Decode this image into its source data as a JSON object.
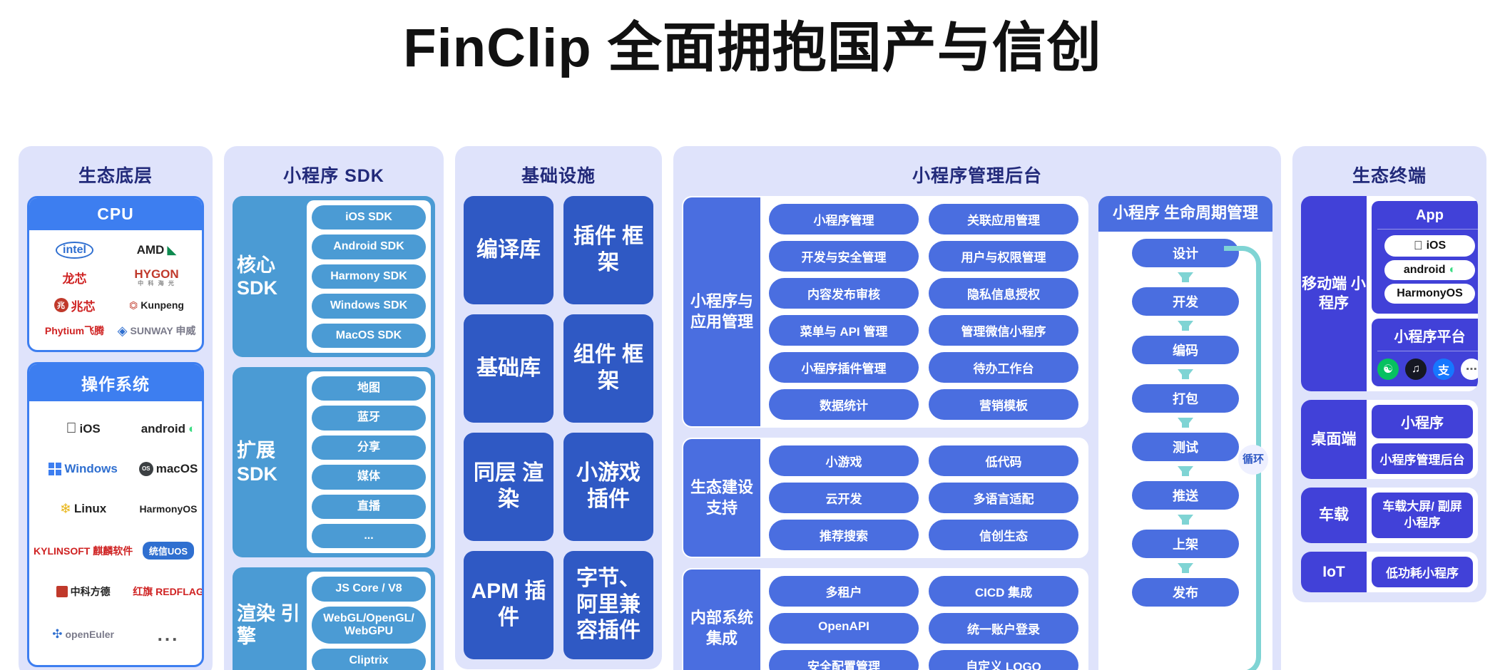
{
  "title": "FinClip 全面拥抱国产与信创",
  "columns": {
    "ecosystem_base": {
      "title": "生态底层",
      "cpu": {
        "heading": "CPU",
        "logos": [
          "intel",
          "AMD",
          "龙芯",
          "HYGON",
          "兆芯",
          "Kunpeng",
          "Phytium飞腾",
          "SUNWAY 申威"
        ]
      },
      "os": {
        "heading": "操作系统",
        "logos": [
          "iOS",
          "android",
          "Windows",
          "macOS",
          "Linux",
          "HarmonyOS",
          "KYLINSOFT 麒麟软件",
          "统信UOS",
          "中科方德",
          "红旗 REDFLAG",
          "openEuler",
          "..."
        ]
      }
    },
    "sdk": {
      "title": "小程序 SDK",
      "groups": [
        {
          "label": "核心 SDK",
          "items": [
            "iOS SDK",
            "Android SDK",
            "Harmony SDK",
            "Windows SDK",
            "MacOS SDK"
          ]
        },
        {
          "label": "扩展 SDK",
          "items": [
            "地图",
            "蓝牙",
            "分享",
            "媒体",
            "直播",
            "..."
          ]
        },
        {
          "label": "渲染 引擎",
          "items": [
            "JS Core / V8",
            "WebGL/OpenGL/ WebGPU",
            "Cliptrix"
          ]
        }
      ]
    },
    "infrastructure": {
      "title": "基础设施",
      "cells": [
        "编译库",
        "插件 框架",
        "基础库",
        "组件 框架",
        "同层 渲染",
        "小游戏 插件",
        "APM 插件",
        "字节、 阿里兼 容插件"
      ]
    },
    "admin": {
      "title": "小程序管理后台",
      "groups": [
        {
          "label": "小程序与 应用管理",
          "items": [
            "小程序管理",
            "关联应用管理",
            "开发与安全管理",
            "用户与权限管理",
            "内容发布审核",
            "隐私信息授权",
            "菜单与 API 管理",
            "管理微信小程序",
            "小程序插件管理",
            "待办工作台",
            "数据统计",
            "营销模板"
          ]
        },
        {
          "label": "生态建设 支持",
          "items": [
            "小游戏",
            "低代码",
            "云开发",
            "多语言适配",
            "推荐搜索",
            "信创生态"
          ]
        },
        {
          "label": "内部系统 集成",
          "items": [
            "多租户",
            "CICD 集成",
            "OpenAPI",
            "统一账户登录",
            "安全配置管理",
            "自定义 LOGO"
          ]
        }
      ],
      "lifecycle": {
        "title": "小程序 生命周期管理",
        "steps": [
          "设计",
          "开发",
          "编码",
          "打包",
          "测试",
          "推送",
          "上架",
          "发布"
        ],
        "loop_label": "循环"
      }
    },
    "terminal": {
      "title": "生态终端",
      "groups": [
        {
          "label": "移动端 小程序",
          "cards": [
            {
              "heading": "App",
              "pills": [
                "iOS",
                "android",
                "HarmonyOS"
              ],
              "platforms": []
            },
            {
              "heading": "小程序平台",
              "pills": [],
              "platforms": [
                "wechat",
                "douyin",
                "alipay",
                "more"
              ]
            }
          ]
        },
        {
          "label": "桌面端",
          "cards": [
            {
              "heading": "小程序",
              "plain": true,
              "pills": [],
              "platforms": []
            },
            {
              "heading": "小程序管理后台",
              "plain": true,
              "pills": [],
              "platforms": []
            }
          ]
        },
        {
          "label": "车载",
          "cards": [
            {
              "heading": "车载大屏/ 副屏小程序",
              "plain": true,
              "pills": [],
              "platforms": []
            }
          ]
        },
        {
          "label": "IoT",
          "cards": [
            {
              "heading": "低功耗小程序",
              "plain": true,
              "pills": [],
              "platforms": []
            }
          ]
        }
      ]
    }
  },
  "colors": {
    "panel_bg": "#dfe3fb",
    "panel_title": "#222a7a",
    "blue_primary": "#3d7ef0",
    "sdk_blue": "#4b9bd4",
    "infra_blue": "#2f59c4",
    "admin_blue": "#4a6ee0",
    "terminal_blue": "#4141d8",
    "arrow_teal": "#7fd4d4"
  }
}
